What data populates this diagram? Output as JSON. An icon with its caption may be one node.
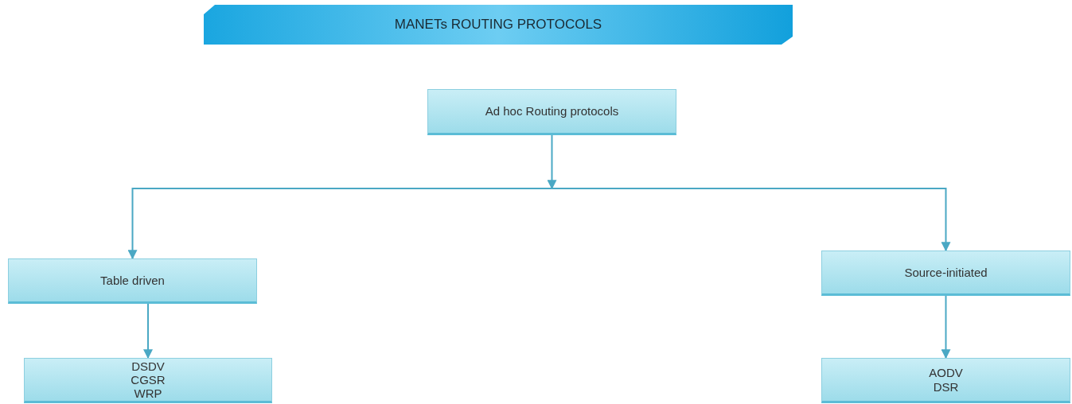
{
  "diagram": {
    "title": "MANETs ROUTING PROTOCOLS",
    "nodes": [
      {
        "text": [
          "Ad hoc Routing protocols"
        ]
      },
      {
        "text": [
          "Table driven"
        ]
      },
      {
        "text": [
          "Source-initiated"
        ]
      },
      {
        "text": [
          "DSDV",
          "CGSR",
          "WRP"
        ]
      },
      {
        "text": [
          "AODV",
          "DSR"
        ]
      }
    ],
    "edges": [
      {
        "from": 0,
        "to": 1,
        "arrow": "to"
      },
      {
        "from": 0,
        "to": 2,
        "arrow": "to"
      },
      {
        "from": 1,
        "to": 3,
        "arrow": "to"
      },
      {
        "from": 2,
        "to": 4,
        "arrow": "to"
      }
    ]
  }
}
